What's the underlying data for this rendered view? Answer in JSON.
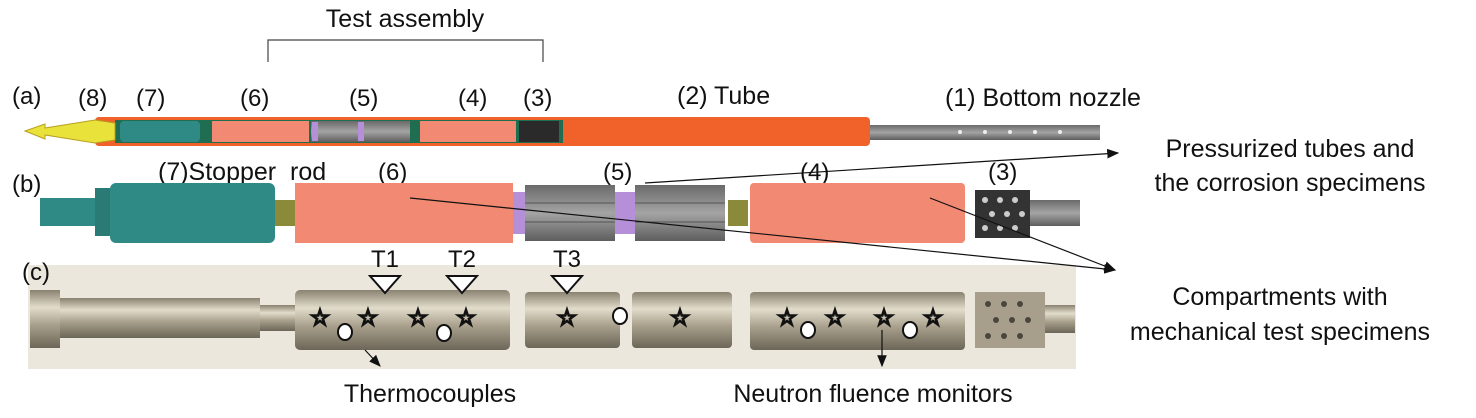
{
  "title": "Test assembly",
  "panels": {
    "a": {
      "label": "(a)",
      "parts": [
        "(8)",
        "(7)",
        "(6)",
        "(5)",
        "(4)",
        "(3)"
      ],
      "tube": "(2) Tube",
      "nozzle": "(1) Bottom nozzle"
    },
    "b": {
      "label": "(b)",
      "stopper": "(7)Stopper  rod",
      "parts": [
        "(6)",
        "(5)",
        "(4)",
        "(3)"
      ]
    },
    "c": {
      "label": "(c)",
      "thermocouple_positions": [
        "T1",
        "T2",
        "T3"
      ]
    }
  },
  "annotations": {
    "pressurized": [
      "Pressurized tubes and",
      "the corrosion specimens"
    ],
    "compartments": [
      "Compartments with",
      "mechanical test specimens"
    ],
    "thermocouples": "Thermocouples",
    "fluence": "Neutron fluence monitors"
  },
  "colors": {
    "tube": "#f0622a",
    "compartment": "#f28a73",
    "rod": "#2f8a86",
    "nozzle": "#e8e23a",
    "pressurized": "#8e8e8e",
    "spacer": "#b58fd8"
  }
}
